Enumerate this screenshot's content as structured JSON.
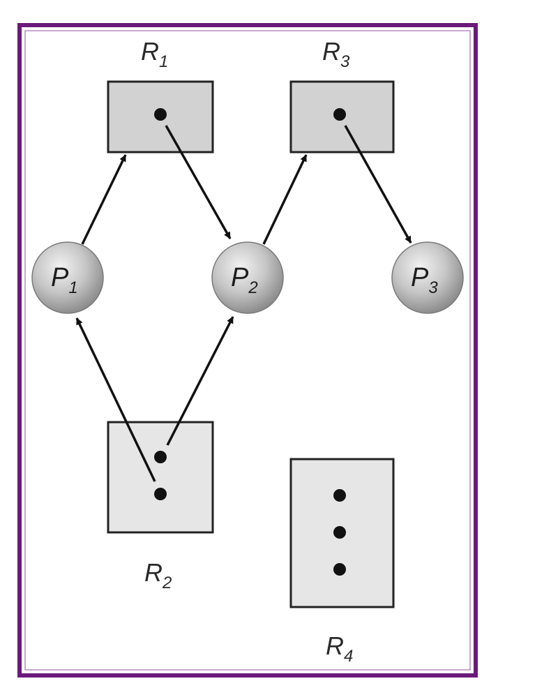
{
  "diagram": {
    "resources": [
      {
        "id": "R1",
        "letter": "R",
        "sub": "1",
        "instances": 1
      },
      {
        "id": "R2",
        "letter": "R",
        "sub": "2",
        "instances": 2
      },
      {
        "id": "R3",
        "letter": "R",
        "sub": "3",
        "instances": 1
      },
      {
        "id": "R4",
        "letter": "R",
        "sub": "4",
        "instances": 3
      }
    ],
    "processes": [
      {
        "id": "P1",
        "letter": "P",
        "sub": "1"
      },
      {
        "id": "P2",
        "letter": "P",
        "sub": "2"
      },
      {
        "id": "P3",
        "letter": "P",
        "sub": "3"
      }
    ],
    "edges": [
      {
        "from": "P1",
        "to": "R1",
        "kind": "request"
      },
      {
        "from": "R1",
        "to": "P2",
        "kind": "assignment"
      },
      {
        "from": "P2",
        "to": "R3",
        "kind": "request"
      },
      {
        "from": "R3",
        "to": "P3",
        "kind": "assignment"
      },
      {
        "from": "R2",
        "to": "P1",
        "kind": "assignment"
      },
      {
        "from": "R2",
        "to": "P2",
        "kind": "assignment"
      }
    ],
    "colors": {
      "frame": "#6a1a7a",
      "resource_fill_dark": "#d2d2d2",
      "resource_fill_light": "#e6e6e6",
      "process_fill": "#c8c8c8",
      "stroke": "#222222"
    }
  }
}
